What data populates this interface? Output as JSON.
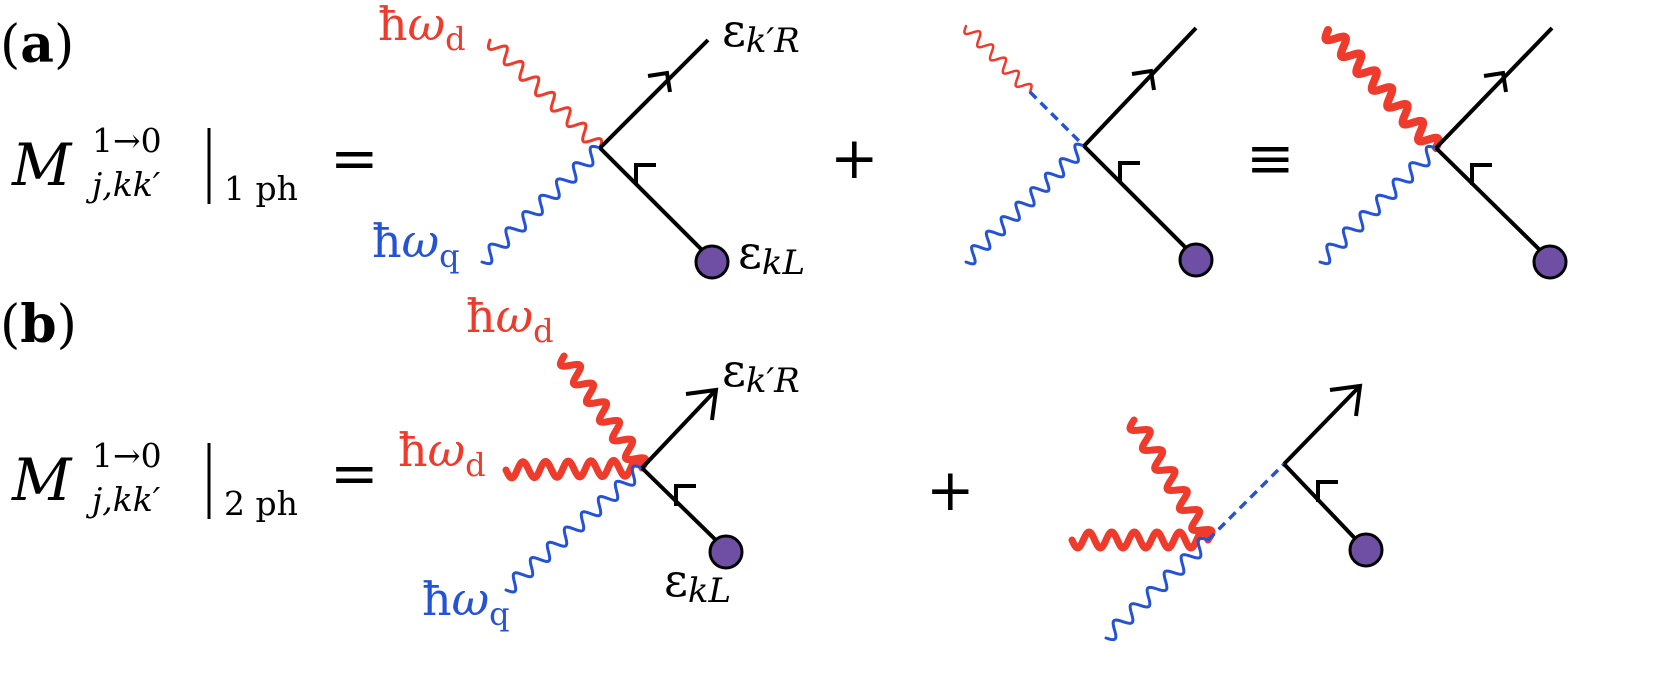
{
  "colors": {
    "red": "#ee3b2b",
    "blue": "#2553d6",
    "black": "#000000",
    "vertex_fill": "#6e4fa3"
  },
  "panel_a": {
    "label_open": "(",
    "label_letter": "a",
    "label_close": ")",
    "lhs": {
      "symbol": "M",
      "superscript": "1→0",
      "subscript": "j,kk′",
      "eval_subscript": "1 ph",
      "equals": "="
    },
    "drive_label": {
      "hbar": "ħ",
      "omega": "ω",
      "sub": "d"
    },
    "qubit_label": {
      "hbar": "ħ",
      "omega": "ω",
      "sub": "q"
    },
    "out_energy": {
      "epsilon": "ε",
      "sub": "k′R"
    },
    "in_energy": {
      "epsilon": "ε",
      "sub": "kL"
    },
    "plus": "+",
    "equiv": "≡"
  },
  "panel_b": {
    "label_open": "(",
    "label_letter": "b",
    "label_close": ")",
    "lhs": {
      "symbol": "M",
      "superscript": "1→0",
      "subscript": "j,kk′",
      "eval_subscript": "2 ph",
      "equals": "="
    },
    "drive_label_1": {
      "hbar": "ħ",
      "omega": "ω",
      "sub": "d"
    },
    "drive_label_2": {
      "hbar": "ħ",
      "omega": "ω",
      "sub": "d"
    },
    "qubit_label": {
      "hbar": "ħ",
      "omega": "ω",
      "sub": "q"
    },
    "out_energy": {
      "epsilon": "ε",
      "sub": "k′R"
    },
    "in_energy": {
      "epsilon": "ε",
      "sub": "kL"
    },
    "plus": "+"
  }
}
